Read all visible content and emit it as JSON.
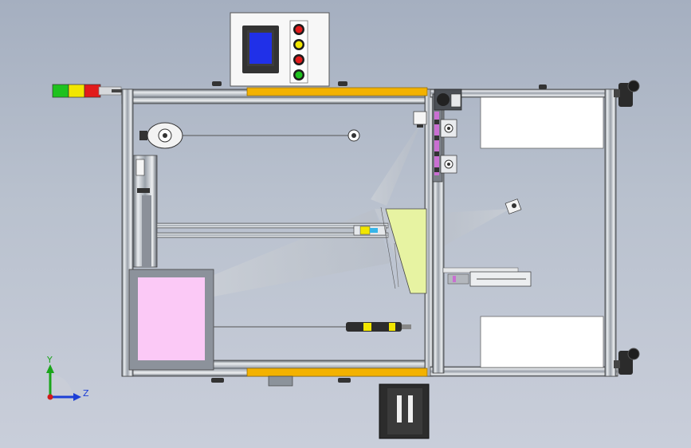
{
  "colors": {
    "background_top": "#a5afc0",
    "background_bottom": "#c9ceda",
    "frame_light": "#d8dce2",
    "frame_dark": "#6d737c",
    "accent_orange": "#f3b200",
    "hmi_screen": "#2030e8",
    "pink_panel": "#fbc9f6",
    "light_cone": "#c7ccd3",
    "yellow_green_block": "#e7f3a2",
    "lamp_red": "#e21b1b",
    "lamp_yellow": "#f2e600",
    "lamp_green": "#1ec21e",
    "axis_y": "#1aa51a",
    "axis_z": "#1d3fd6",
    "axis_origin": "#d21a1a"
  },
  "icons": {
    "triad": "coordinate-triad-icon",
    "signal_tower": "signal-tower-icon",
    "caster": "caster-wheel-icon",
    "lamp": "pilot-lamp-icon"
  },
  "control_box": {
    "lamps": [
      "red",
      "yellow",
      "red",
      "green"
    ]
  },
  "signal_tower": {
    "segments": [
      "green",
      "yellow",
      "red"
    ]
  },
  "triad": {
    "y_label": "Y",
    "z_label": "Z"
  }
}
